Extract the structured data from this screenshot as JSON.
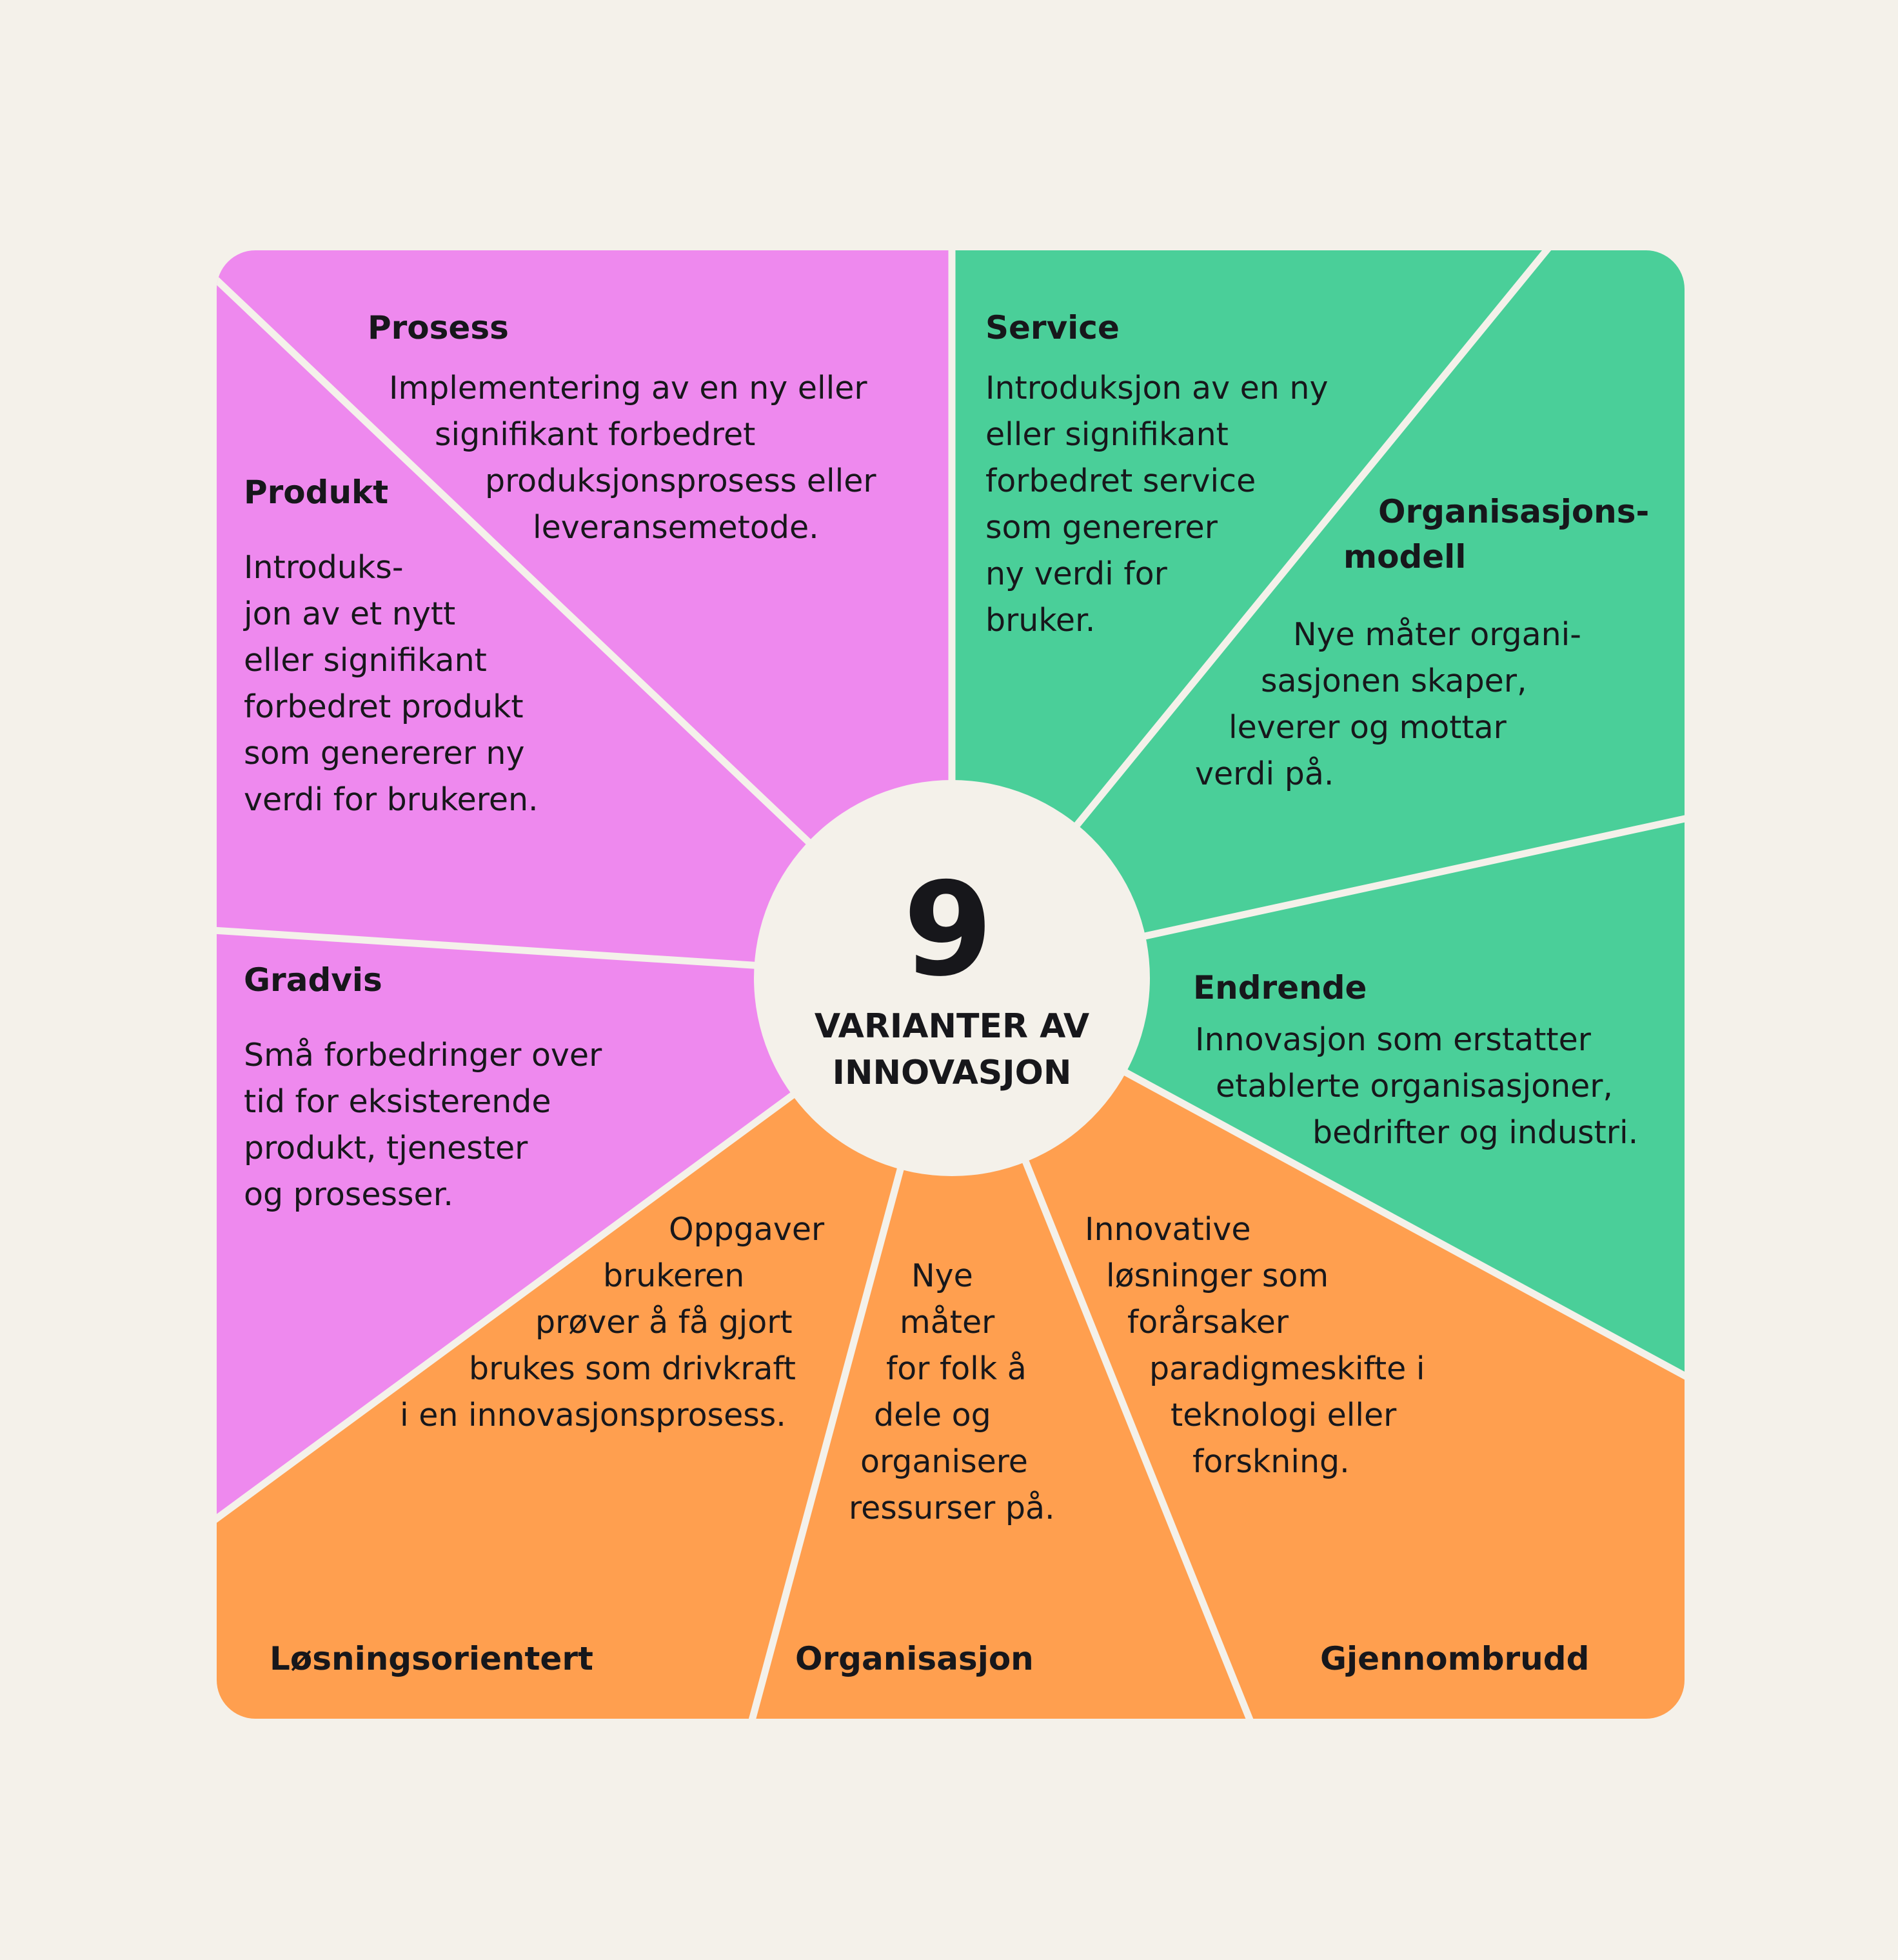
{
  "center": {
    "number": "9",
    "line1": "VARIANTER AV",
    "line2": "INNOVASJON"
  },
  "colors": {
    "background": "#f4f1ea",
    "pink": "#ee89ee",
    "green": "#4acf99",
    "orange": "#ff9f4f",
    "circle": "#f4f1ea",
    "divider": "#f4f1ea",
    "text": "#17171b"
  },
  "segments": {
    "prosess": {
      "title": "Prosess",
      "lines": [
        "Implementering av en ny eller",
        "signifikant forbedret",
        "produksjonsprosess eller",
        "leveransemetode."
      ]
    },
    "service": {
      "title": "Service",
      "lines": [
        "Introduksjon av en ny",
        "eller signifikant",
        "forbedret service",
        "som genererer",
        "ny verdi for",
        "bruker."
      ]
    },
    "organisasjonsmodell": {
      "title_line1": "Organisasjons-",
      "title_line2": "modell",
      "lines": [
        "Nye måter organi-",
        "sasjonen skaper,",
        "leverer og mottar",
        "verdi på."
      ]
    },
    "produkt": {
      "title": "Produkt",
      "lines": [
        "Introduks-",
        "jon av et nytt",
        "eller signifikant",
        "forbedret produkt",
        "som genererer ny",
        "verdi for brukeren."
      ]
    },
    "endrende": {
      "title": "Endrende",
      "lines": [
        "Innovasjon som erstatter",
        "etablerte organisasjoner,",
        "bedrifter og industri."
      ]
    },
    "gradvis": {
      "title": "Gradvis",
      "lines": [
        "Små forbedringer over",
        "tid for eksisterende",
        "produkt, tjenester",
        "og prosesser."
      ]
    },
    "losningsorientert": {
      "title": "Løsningsorientert",
      "lines": [
        "Oppgaver",
        "brukeren",
        "prøver å få gjort",
        "brukes som drivkraft",
        "i en innovasjonsprosess."
      ]
    },
    "organisasjon": {
      "title": "Organisasjon",
      "lines": [
        "Nye",
        "måter",
        "for folk å",
        "dele og",
        "organisere",
        "ressurser på."
      ]
    },
    "gjennombrudd": {
      "title": "Gjennombrudd",
      "lines": [
        "Innovative",
        "løsninger som",
        "forårsaker",
        "paradigmeskifte i",
        "teknologi eller",
        "forskning."
      ]
    }
  }
}
